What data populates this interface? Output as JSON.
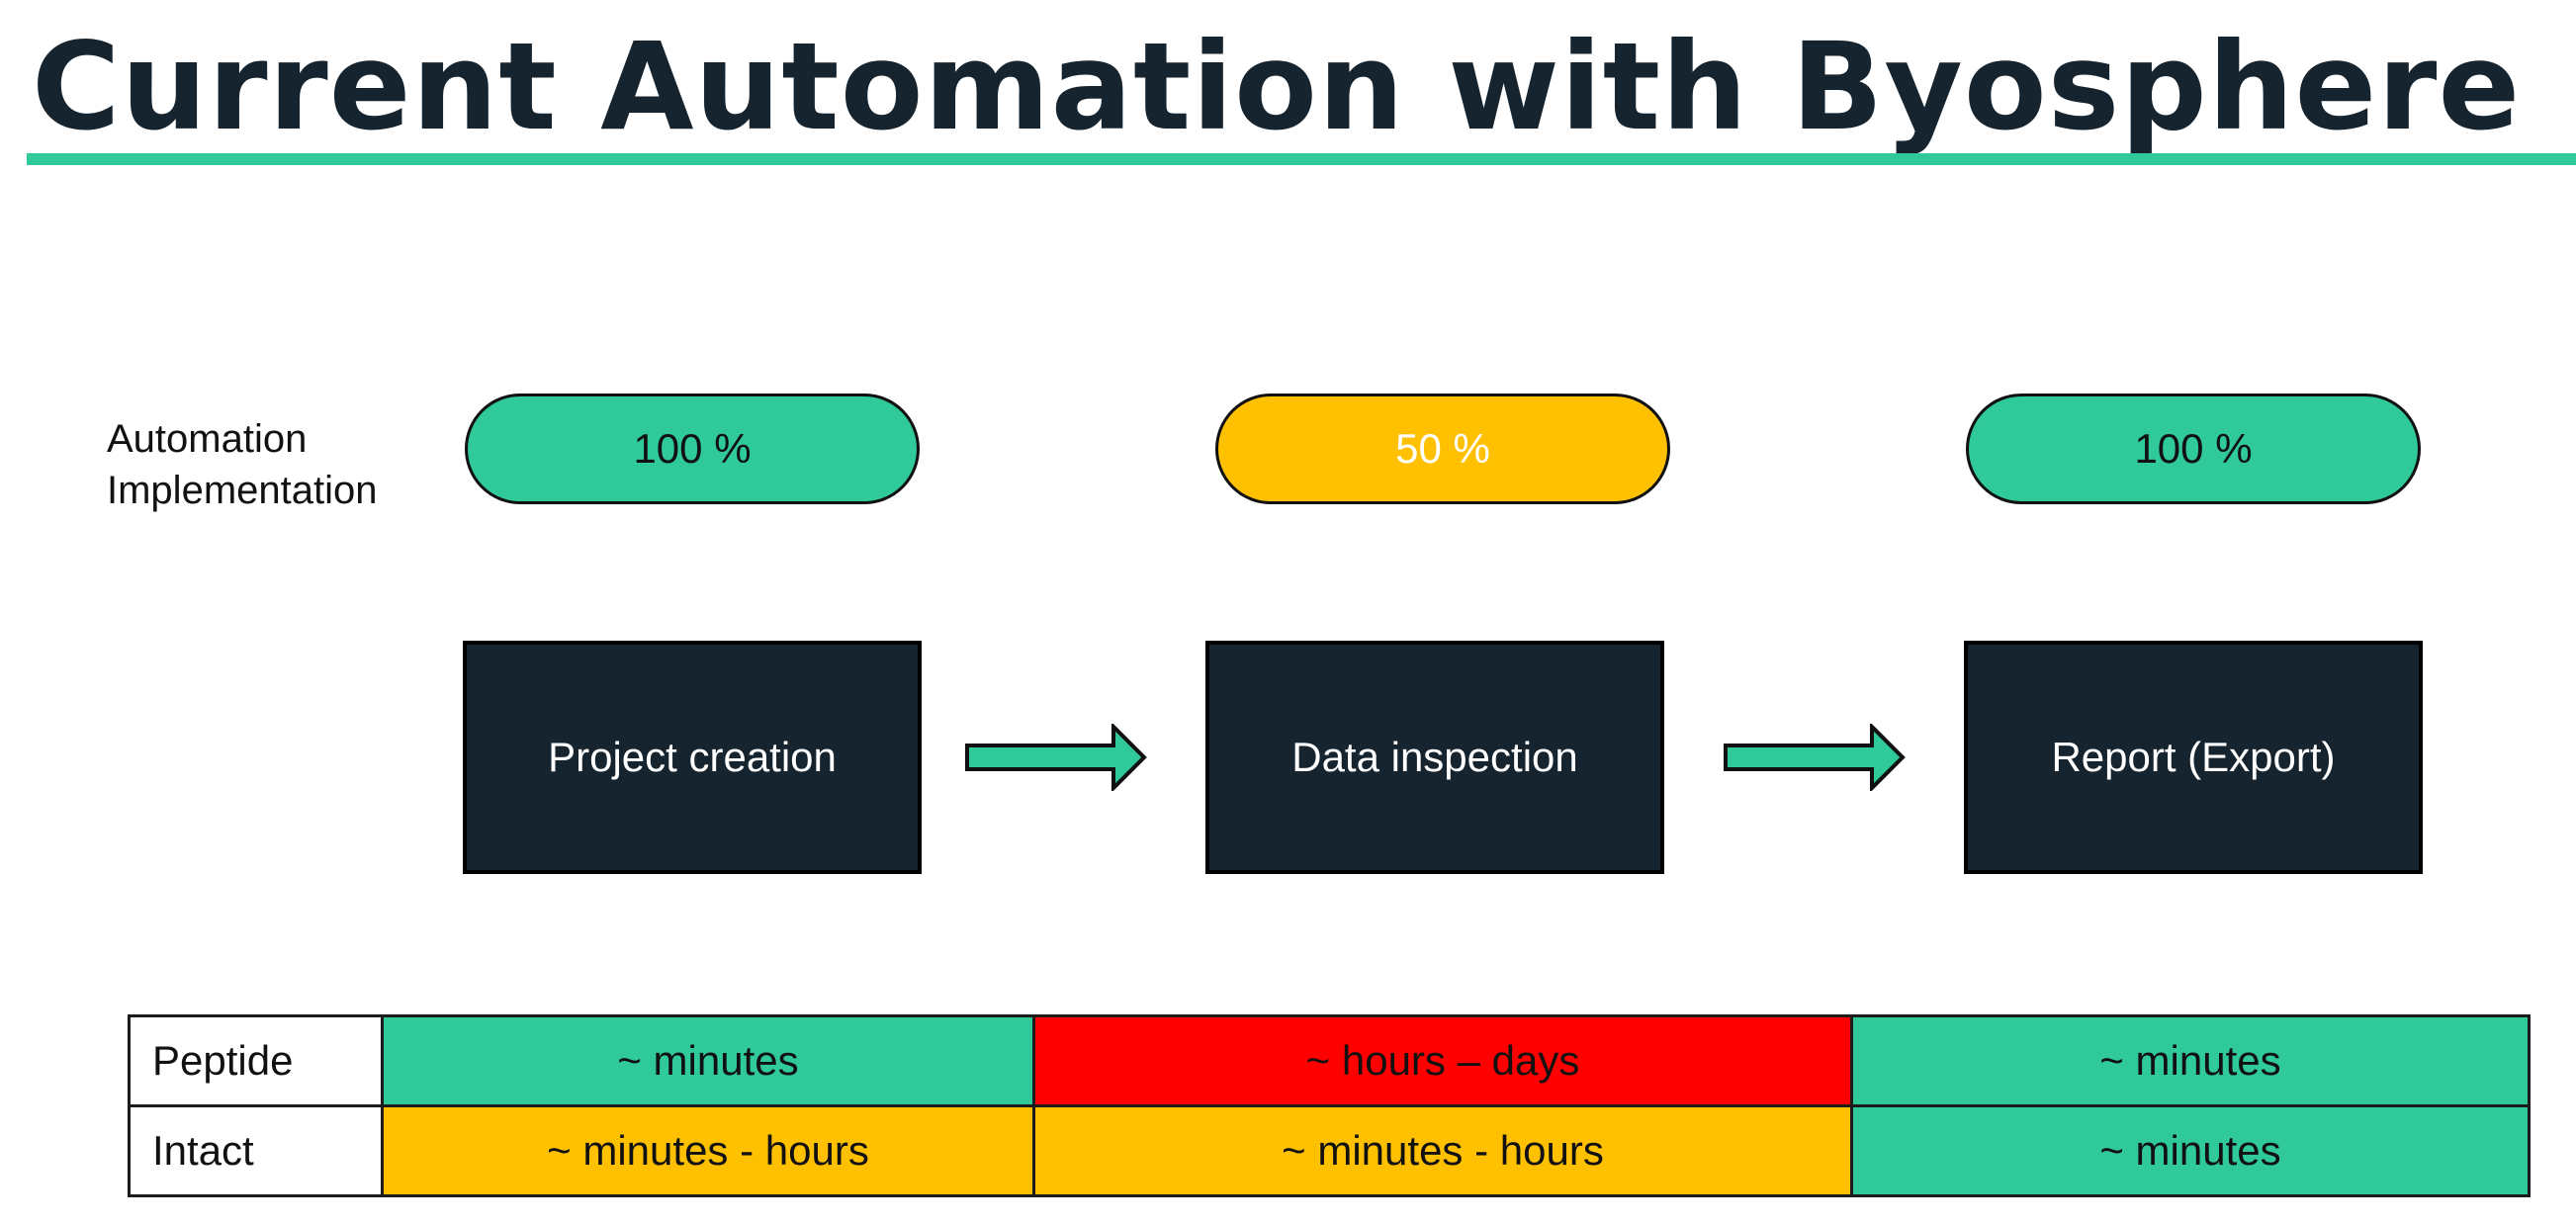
{
  "title": "Current Automation with Byosphere",
  "colors": {
    "accent_green": "#2fc99a",
    "amber": "#ffc000",
    "red": "#ff0000",
    "navy": "#16242f",
    "white": "#ffffff",
    "black": "#111111"
  },
  "automation": {
    "label_line1": "Automation",
    "label_line2": "Implementation",
    "levels": [
      {
        "value": "100 %",
        "color": "green",
        "text_color": "black"
      },
      {
        "value": "50 %",
        "color": "amber",
        "text_color": "white"
      },
      {
        "value": "100 %",
        "color": "green",
        "text_color": "black"
      }
    ]
  },
  "steps": [
    {
      "label": "Project creation"
    },
    {
      "label": "Data inspection"
    },
    {
      "label": "Report (Export)"
    }
  ],
  "connectors": [
    "arrow-right-icon",
    "arrow-right-icon"
  ],
  "time_table": {
    "rows": [
      {
        "label": "Peptide",
        "cells": [
          {
            "text": "~ minutes",
            "color": "green"
          },
          {
            "text": "~ hours – days",
            "color": "red"
          },
          {
            "text": "~ minutes",
            "color": "green"
          }
        ]
      },
      {
        "label": "Intact",
        "cells": [
          {
            "text": "~ minutes - hours",
            "color": "amber"
          },
          {
            "text": "~ minutes - hours",
            "color": "amber"
          },
          {
            "text": "~ minutes",
            "color": "green"
          }
        ]
      }
    ]
  }
}
